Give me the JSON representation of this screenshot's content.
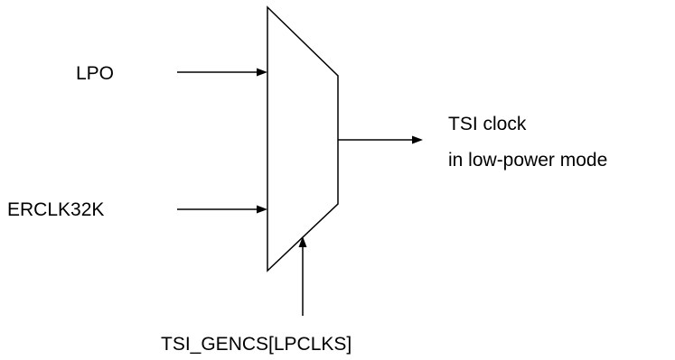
{
  "mux": {
    "inputs": [
      "LPO",
      "ERCLK32K"
    ],
    "output_label_lines": [
      "TSI clock",
      "in low-power mode"
    ],
    "select_label": "TSI_GENCS[LPCLKS]"
  }
}
